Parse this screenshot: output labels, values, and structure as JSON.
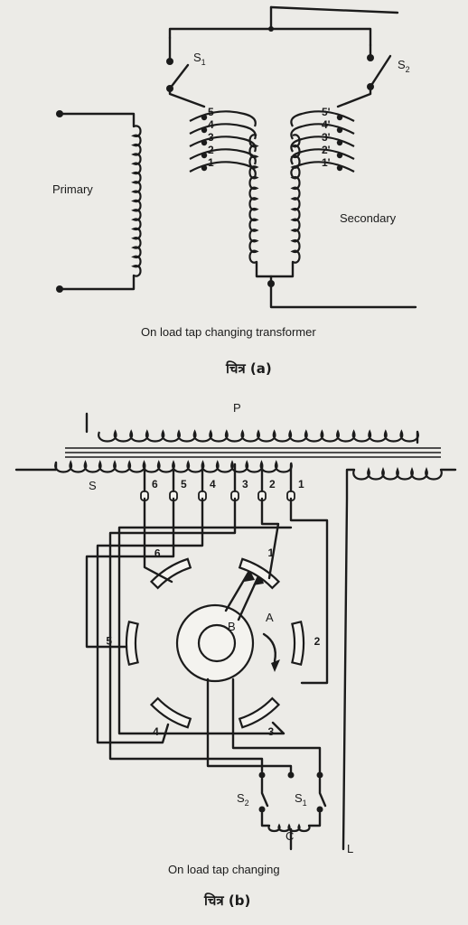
{
  "figure_a": {
    "s1": "S",
    "s1_sub": "1",
    "s2": "S",
    "s2_sub": "2",
    "primary": "Primary",
    "secondary": "Secondary",
    "left_taps": [
      "5",
      "4",
      "3",
      "2",
      "1"
    ],
    "right_taps": [
      "5'",
      "4'",
      "3'",
      "2'",
      "1'"
    ],
    "caption": "On load tap changing transformer",
    "figure_label": "चित्र (a)"
  },
  "figure_b": {
    "p": "P",
    "s": "S",
    "taps": [
      "6",
      "5",
      "4",
      "3",
      "2",
      "1"
    ],
    "contacts": [
      "6",
      "1",
      "5",
      "2",
      "4",
      "3"
    ],
    "b": "B",
    "a": "A",
    "s2": "S",
    "s2_sub": "2",
    "s1": "S",
    "s1_sub": "1",
    "c": "C",
    "l": "L",
    "caption": "On load tap changing",
    "figure_label": "चित्र (b)"
  }
}
